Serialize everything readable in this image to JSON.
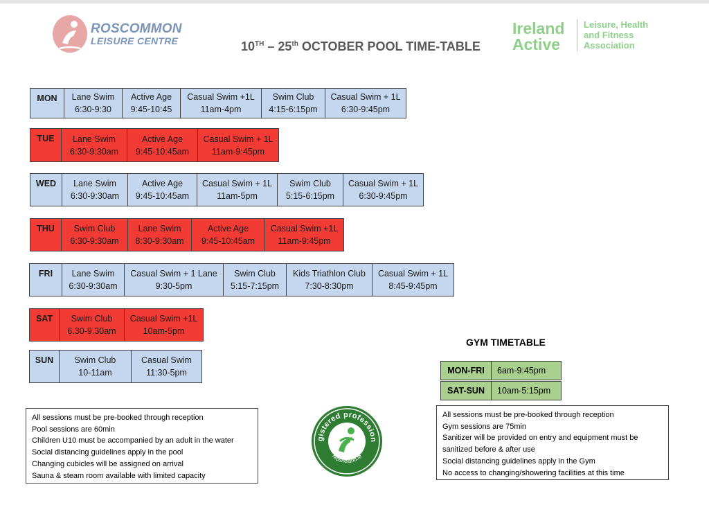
{
  "header": {
    "rlc_logo_line1": "ROSCOMMON",
    "rlc_logo_line2": "LEISURE CENTRE",
    "title_part1": "10",
    "title_sup1": "TH",
    "title_part2": " – 25",
    "title_sup2": "th",
    "title_part3": " OCTOBER POOL TIME-TABLE",
    "ia_word1": "Ireland",
    "ia_word2": "Active",
    "ia_tag1": "Leisure, Health",
    "ia_tag2": "and Fitness",
    "ia_tag3": "Association",
    "brand_green": "#8ed08a",
    "brand_blue": "#7a93b8"
  },
  "pool": [
    {
      "day": "MON",
      "color": "blue",
      "sessions": [
        {
          "name": "Lane Swim",
          "time": "6:30-9:30"
        },
        {
          "name": "Active Age",
          "time": "9:45-10:45"
        },
        {
          "name": "Casual Swim +1L",
          "time": "11am-4pm"
        },
        {
          "name": "Swim Club",
          "time": "4:15-6:15pm"
        },
        {
          "name": "Casual Swim + 1L",
          "time": "6:30-9:45pm"
        }
      ]
    },
    {
      "day": "TUE",
      "color": "red",
      "sessions": [
        {
          "name": "Lane Swim",
          "time": "6:30-9:30am"
        },
        {
          "name": "Active Age",
          "time": "9:45-10:45am"
        },
        {
          "name": "Casual Swim + 1L",
          "time": "11am-9:45pm"
        }
      ]
    },
    {
      "day": "WED",
      "color": "blue",
      "sessions": [
        {
          "name": "Lane Swim",
          "time": "6:30-9:30am"
        },
        {
          "name": "Active Age",
          "time": "9:45-10:45am"
        },
        {
          "name": "Casual Swim + 1L",
          "time": "11am-5pm"
        },
        {
          "name": "Swim Club",
          "time": "5:15-6:15pm"
        },
        {
          "name": "Casual Swim + 1L",
          "time": "6:30-9:45pm"
        }
      ]
    },
    {
      "day": "THU",
      "color": "red",
      "sessions": [
        {
          "name": "Swim Club",
          "time": "6:30-9:30am"
        },
        {
          "name": "Lane Swim",
          "time": "8:30-9:30am"
        },
        {
          "name": "Active Age",
          "time": "9:45-10:45am"
        },
        {
          "name": "Casual Swim +1L",
          "time": "11am-9:45pm"
        }
      ]
    },
    {
      "day": "FRI",
      "color": "blue",
      "sessions": [
        {
          "name": "Lane Swim",
          "time": "6:30-9:30am"
        },
        {
          "name": "Casual Swim + 1 Lane",
          "time": "9:30-5pm"
        },
        {
          "name": "Swim Club",
          "time": "5:15-7:15pm"
        },
        {
          "name": "Kids Triathlon Club",
          "time": "7:30-8:30pm"
        },
        {
          "name": "Casual Swim + 1L",
          "time": "8:45-9:45pm"
        }
      ]
    },
    {
      "day": "SAT",
      "color": "red",
      "sessions": [
        {
          "name": "Swim Club",
          "time": "6.30-9.30am"
        },
        {
          "name": "Casual Swim +1L",
          "time": "10am-5pm"
        }
      ]
    },
    {
      "day": "SUN",
      "color": "blue",
      "sessions": [
        {
          "name": "Swim Club",
          "time": "10-11am"
        },
        {
          "name": "Casual Swim",
          "time": "11:30-5pm"
        }
      ]
    }
  ],
  "gym": {
    "title": "GYM TIMETABLE",
    "rows": [
      {
        "day": "MON-FRI",
        "time": "6am-9:45pm"
      },
      {
        "day": "SAT-SUN",
        "time": "10am-5:15pm"
      }
    ]
  },
  "pool_notes": [
    "All sessions must be pre-booked through reception",
    "Pool sessions are 60min",
    "Children U10 must be accompanied by an adult in the water",
    "Social distancing guidelines apply in the pool",
    "Changing cubicles will be assigned on arrival",
    "Sauna & steam room available with limited capacity"
  ],
  "gym_notes": [
    "All sessions must be pre-booked through reception",
    "Gym sessions are 75min",
    "Sanitizer will be provided on entry and equipment must be",
    "sanitized before & after use",
    "Social distancing guidelines apply in the Gym",
    "No access to changing/showering facilities at this time"
  ],
  "seal": {
    "top_text": "registered professional",
    "bottom_text": "repsireland.ie",
    "color": "#2e7d32"
  }
}
